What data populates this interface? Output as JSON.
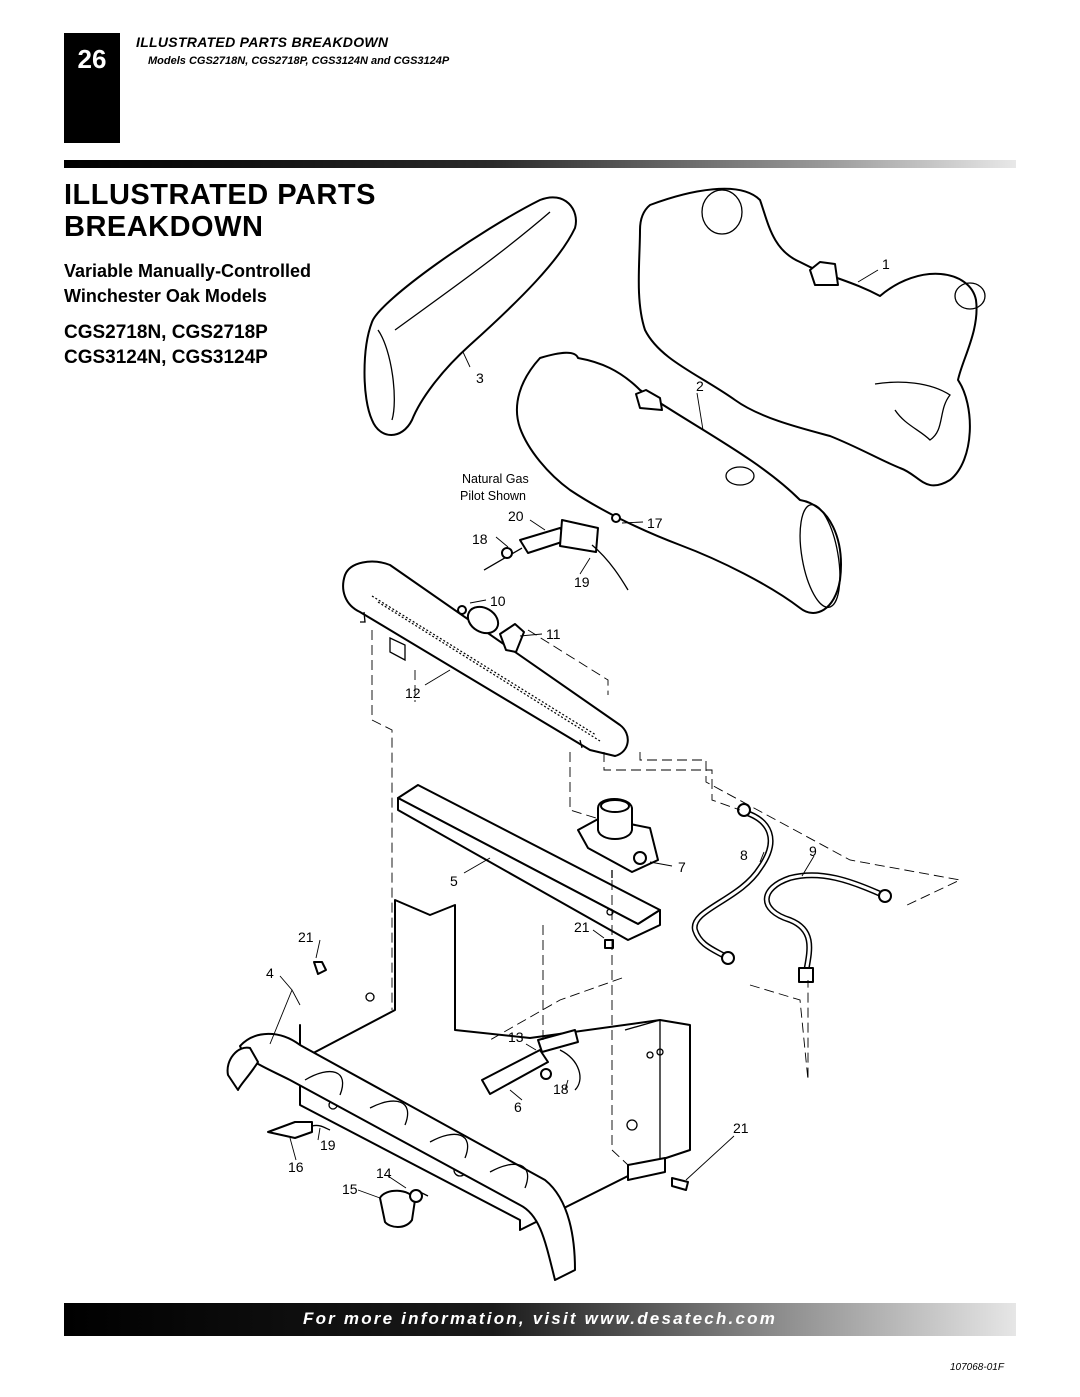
{
  "header": {
    "page_number": "26",
    "section_title": "ILLUSTRATED PARTS BREAKDOWN",
    "models_line": "Models CGS2718N, CGS2718P, CGS3124N and CGS3124P"
  },
  "title": {
    "line1": "ILLUSTRATED PARTS",
    "line2": "BREAKDOWN"
  },
  "subtitle": {
    "line1": "Variable Manually-Controlled",
    "line2": "Winchester Oak Models"
  },
  "models": {
    "line1": "CGS2718N, CGS2718P",
    "line2": "CGS3124N, CGS3124P"
  },
  "diagram": {
    "note_line1": "Natural Gas",
    "note_line2": "Pilot Shown",
    "callouts": {
      "c1": "1",
      "c2": "2",
      "c3": "3",
      "c20": "20",
      "c18a": "18",
      "c17": "17",
      "c19a": "19",
      "c10": "10",
      "c11": "11",
      "c12": "12",
      "c7": "7",
      "c8": "8",
      "c9": "9",
      "c5": "5",
      "c21a": "21",
      "c21b": "21",
      "c4": "4",
      "c13": "13",
      "c18b": "18",
      "c6": "6",
      "c21c": "21",
      "c19b": "19",
      "c16": "16",
      "c14": "14",
      "c15": "15"
    }
  },
  "footer": {
    "text": "For more information, visit www.desatech.com",
    "doc_code": "107068-01F"
  }
}
